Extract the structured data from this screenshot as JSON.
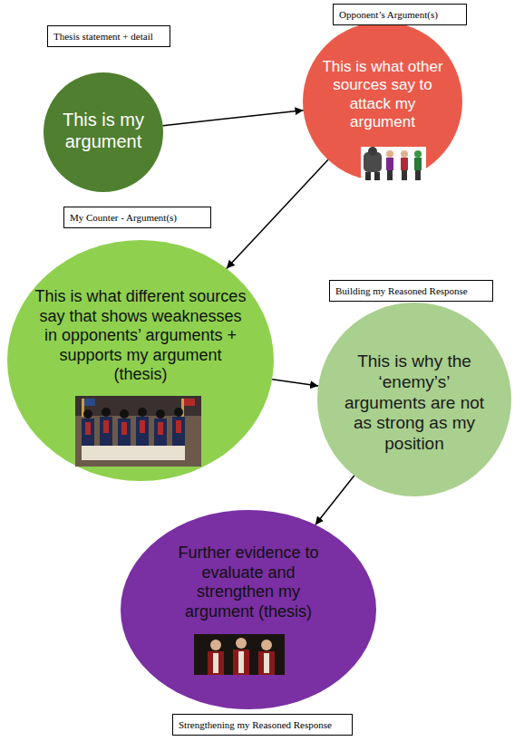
{
  "diagram": {
    "nodes": [
      {
        "text": [
          "Thesis statement + detail",
          "This is my argument"
        ]
      },
      {
        "text": [
          "Opponent’s Argument(s)",
          "This is what other sources say to attack my argument"
        ]
      },
      {
        "text": [
          "My Counter - Argument(s)",
          "This is what different sources say that shows weaknesses in opponents’ arguments + supports my argument (thesis)"
        ]
      },
      {
        "text": [
          "Building my Reasoned Response",
          "This is why the ‘enemy’s’ arguments are not as strong as my position"
        ]
      },
      {
        "text": [
          "Strengthening my Reasoned Response",
          "Further evidence to evaluate and strengthen my argument (thesis)"
        ]
      }
    ],
    "edges": [
      {
        "from": 0,
        "to": 1,
        "arrow": "to"
      },
      {
        "from": 1,
        "to": 2,
        "arrow": "to"
      },
      {
        "from": 2,
        "to": 3,
        "arrow": "to"
      },
      {
        "from": 3,
        "to": 4,
        "arrow": "to"
      }
    ]
  }
}
